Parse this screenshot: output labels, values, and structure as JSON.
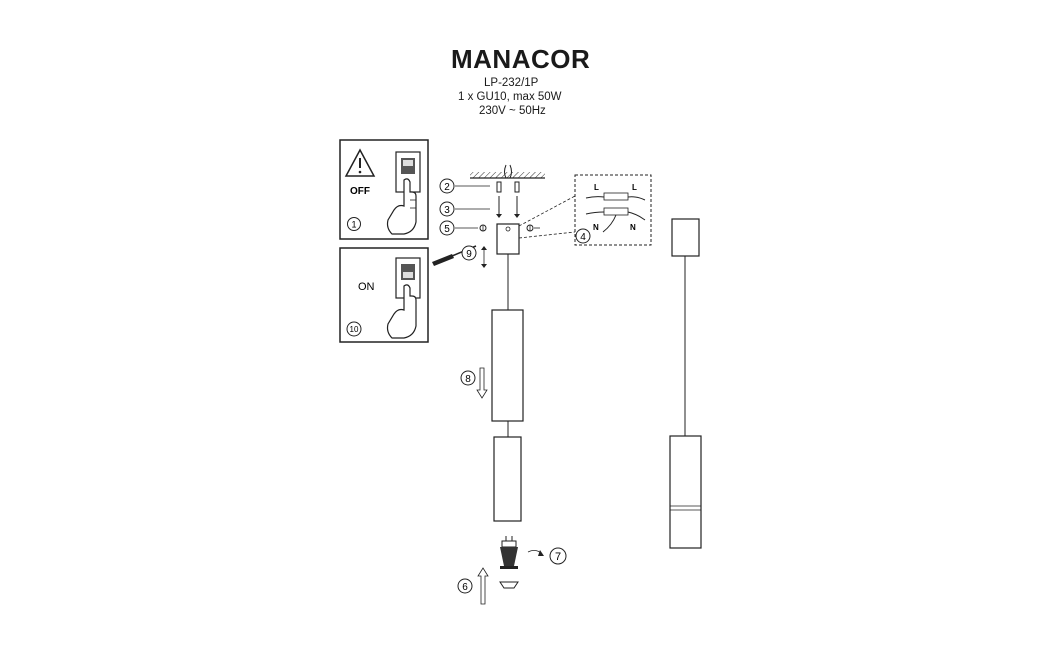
{
  "title": "MANACOR",
  "model": "LP-232/1P",
  "bulb": "1 x GU10, max 50W",
  "voltage": "230V ~ 50Hz",
  "panels": {
    "off_label": "OFF",
    "on_label": "ON",
    "off_step": "1",
    "on_step": "10"
  },
  "steps": [
    "2",
    "3",
    "5",
    "9",
    "4",
    "8",
    "7",
    "6"
  ],
  "wiring": {
    "L": "L",
    "N": "N"
  },
  "icons": [
    "warning-icon",
    "switch-icon",
    "hand-icon",
    "screwdriver-icon",
    "bulb-icon",
    "arrow-icon"
  ]
}
